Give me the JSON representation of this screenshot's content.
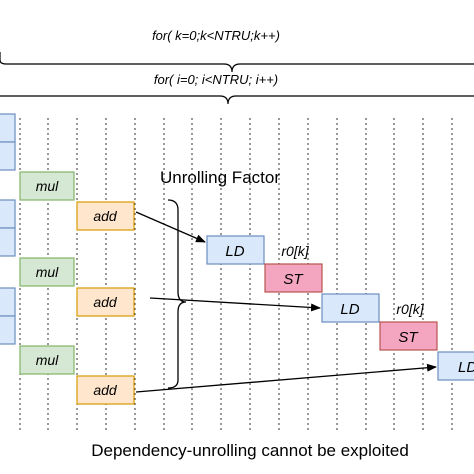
{
  "loops": {
    "outer": "for( k=0;k<NTRU;k++)",
    "inner": "for( i=0; i<NTRU; i++)"
  },
  "ops": {
    "mul": "mul",
    "add": "add",
    "ld": "LD",
    "st": "ST",
    "reg": "r0[k]"
  },
  "annotations": {
    "unrolling_factor": "Unrolling Factor",
    "caption": "Dependency-unrolling cannot be exploited"
  },
  "colors": {
    "load_fill": "#dae8fc",
    "load_stroke": "#6c8ebf",
    "mul_fill": "#d5e8d4",
    "mul_stroke": "#82b366",
    "add_fill": "#ffe6cc",
    "add_stroke": "#d79b00",
    "store_fill": "#f8cecc",
    "store_fill_alt": "#f4a6c0",
    "store_stroke": "#b85450"
  }
}
